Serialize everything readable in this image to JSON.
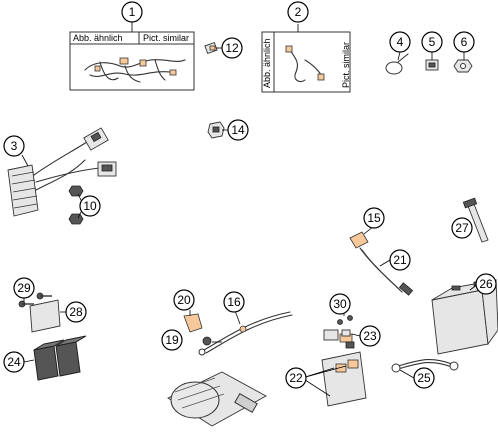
{
  "callouts": [
    "1",
    "2",
    "3",
    "4",
    "5",
    "6",
    "10",
    "12",
    "14",
    "15",
    "16",
    "19",
    "20",
    "21",
    "22",
    "23",
    "24",
    "25",
    "26",
    "27",
    "28",
    "29",
    "30"
  ],
  "labels": {
    "abb_aehnlich": "Abb. ähnlich",
    "pict_similar": "Pict. similar"
  },
  "colors": {
    "highlight": "#f7c89a",
    "line": "#333333"
  }
}
